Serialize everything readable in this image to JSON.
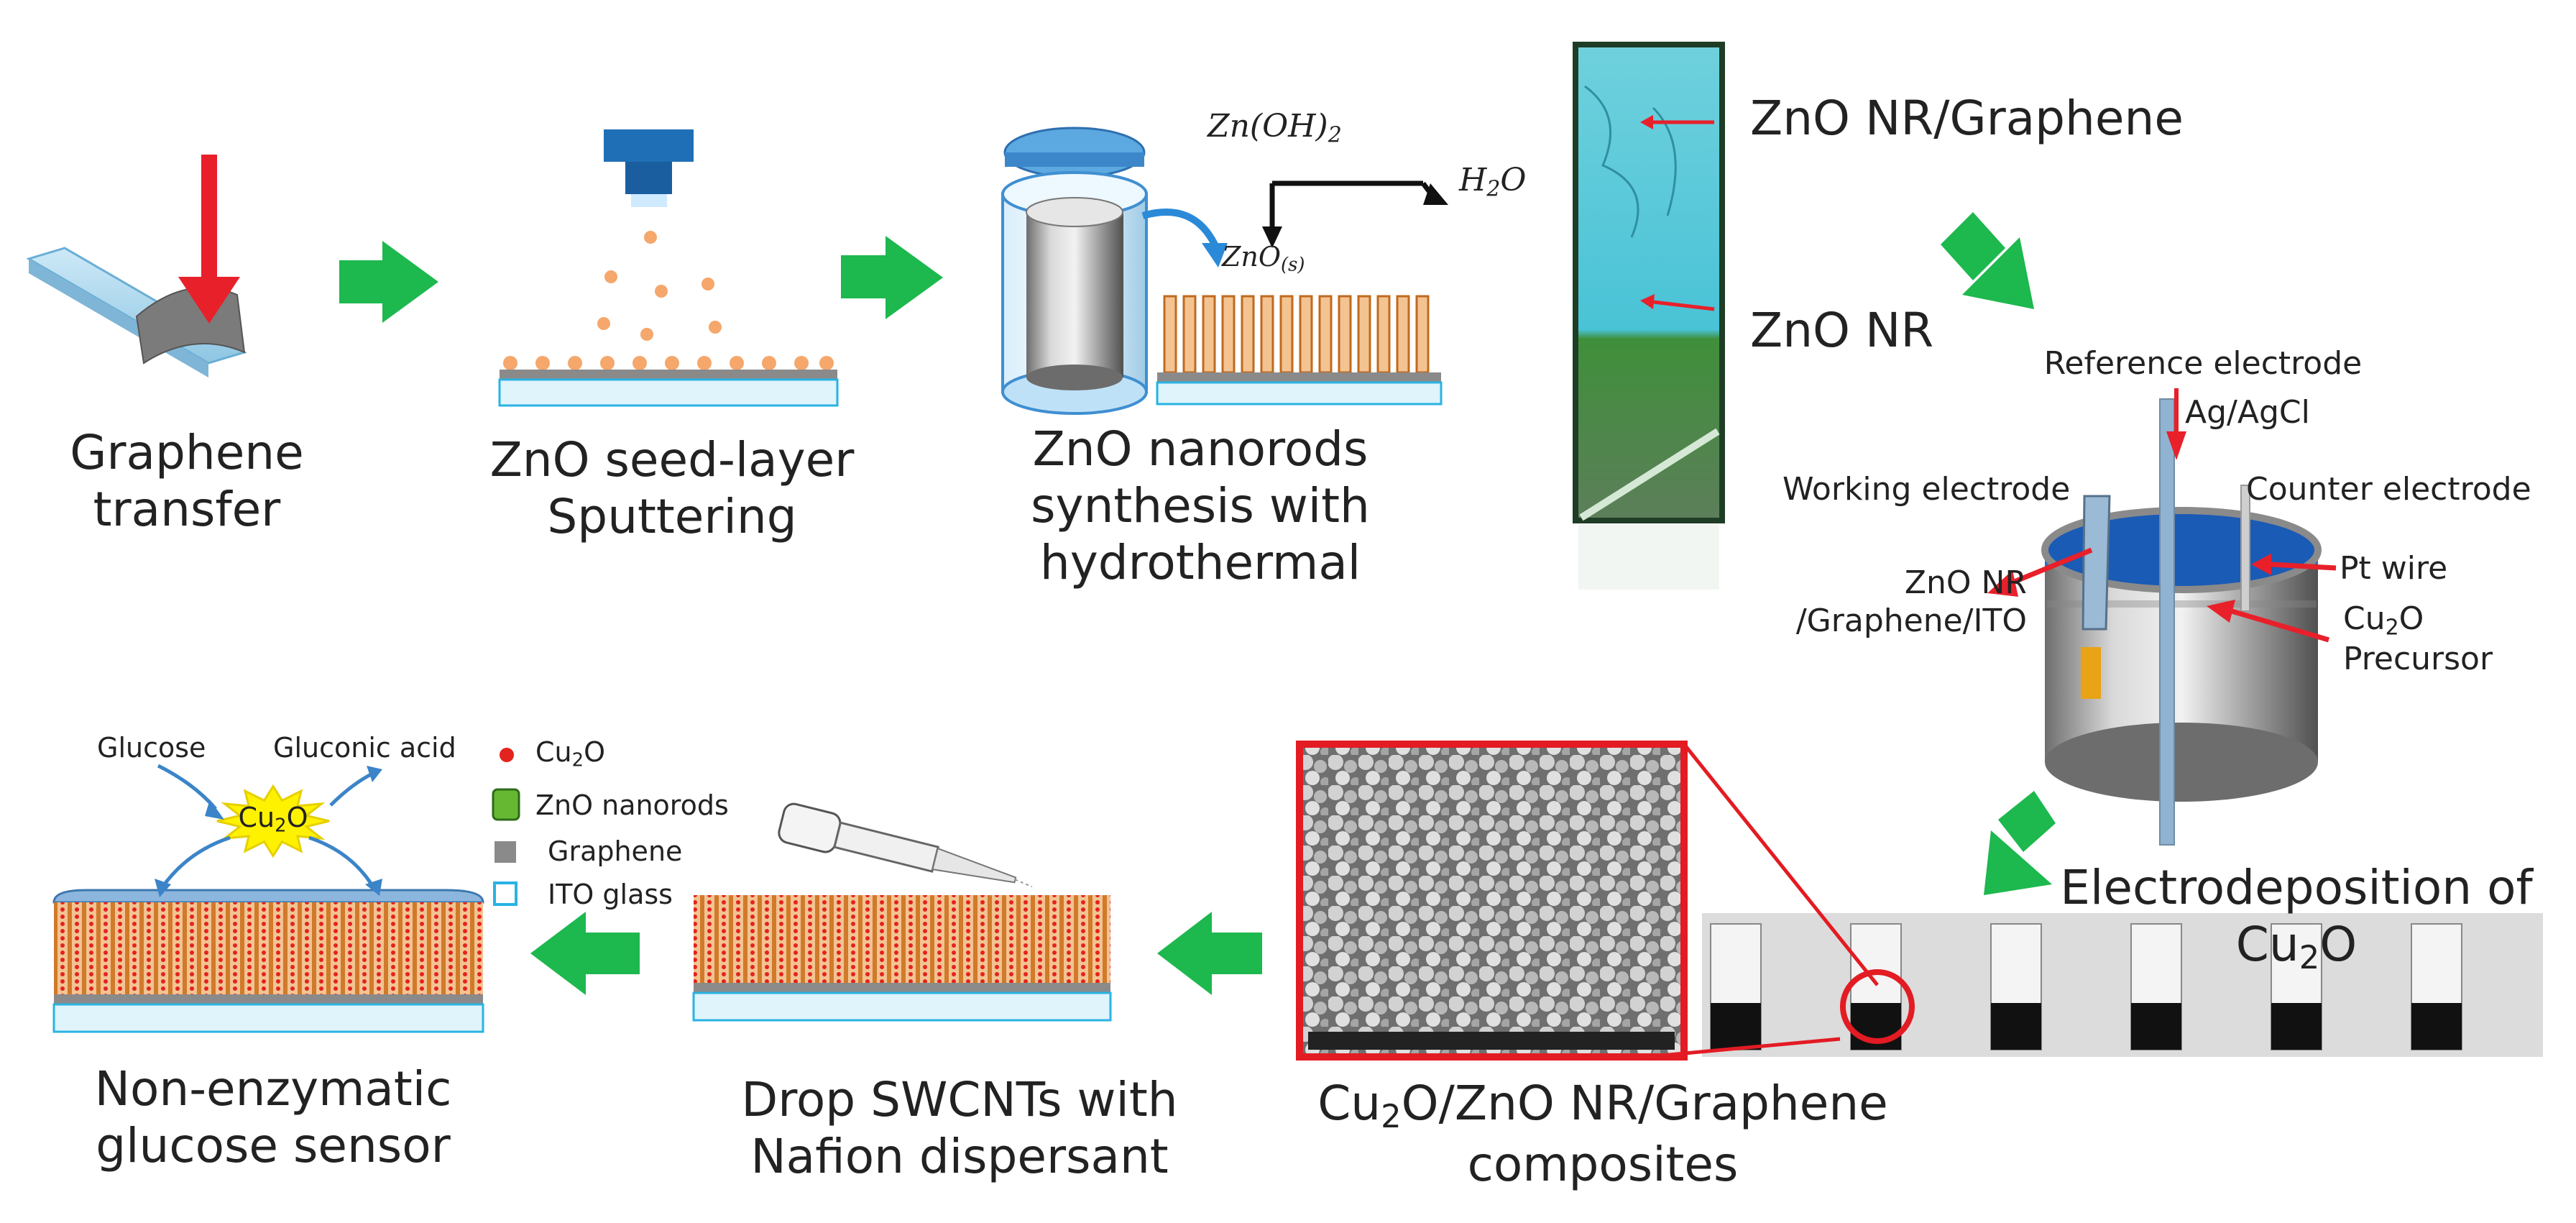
{
  "steps": {
    "graphene_transfer": [
      "Graphene",
      "transfer"
    ],
    "seed_layer": [
      "ZnO seed-layer",
      "Sputtering"
    ],
    "nanorods": [
      "ZnO nanorods",
      "synthesis with",
      "hydrothermal"
    ],
    "electrodeposition": [
      "Electrodeposition of",
      "Cu",
      "2",
      "O"
    ],
    "composites": [
      "Cu",
      "2",
      "O/ZnO NR/Graphene",
      "composites"
    ],
    "drop_swcnt": [
      "Drop SWCNTs with",
      "Nafion dispersant"
    ],
    "sensor": [
      "Non-enzymatic",
      "glucose sensor"
    ]
  },
  "reaction": {
    "zn_oh2": [
      "Zn(OH)",
      "2"
    ],
    "h2o": [
      "H",
      "2",
      "O"
    ],
    "zno_s": [
      "ZnO",
      "(s)"
    ]
  },
  "sample_labels": {
    "top": "ZnO NR/Graphene",
    "bottom": "ZnO NR"
  },
  "cell": {
    "reference": "Reference electrode",
    "agagcl": "Ag/AgCl",
    "working": "Working electrode",
    "counter": "Counter electrode",
    "zno_nr_1": "ZnO NR",
    "zno_nr_2": "/Graphene/ITO",
    "pt_wire": "Pt wire",
    "cu2o_1": [
      "Cu",
      "2",
      "O"
    ],
    "cu2o_2": "Precursor"
  },
  "sensor_reaction": {
    "glucose": "Glucose",
    "gluconic": "Gluconic acid",
    "catalyst": [
      "Cu",
      "2",
      "O"
    ]
  },
  "legend": {
    "cu2o": [
      "Cu",
      "2",
      "O"
    ],
    "nanorods": "ZnO nanorods",
    "graphene": "Graphene",
    "ito": "ITO glass"
  },
  "colors": {
    "flow_arrow": "#1db84e",
    "indicator_arrow": "#e8202a",
    "nanorod": "#f3c392",
    "seed_particle": "#f5a76c",
    "graphene": "#8a8a8a",
    "ito": "#dff4fb",
    "ito_border": "#29b3e3",
    "cell_liquid": "#1a5bb5",
    "sem_frame": "#e31b23"
  }
}
